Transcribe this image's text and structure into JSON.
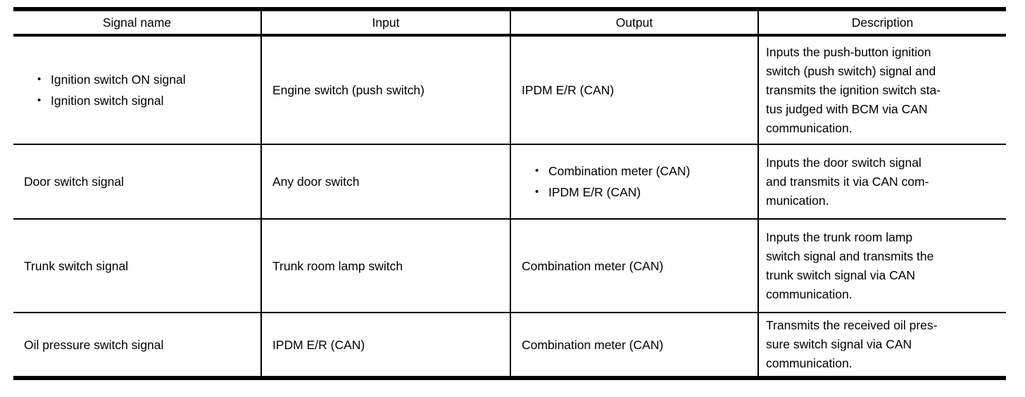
{
  "colors": {
    "text": "#000000",
    "background": "#ffffff",
    "border": "#000000"
  },
  "table": {
    "headers": [
      "Signal name",
      "Input",
      "Output",
      "Description"
    ],
    "rows": [
      {
        "signal_bullets": [
          "Ignition switch ON signal",
          "Ignition switch signal"
        ],
        "input": "Engine switch (push switch)",
        "output": "IPDM E/R (CAN)",
        "description": "Inputs the push-button ignition\nswitch (push switch) signal and\ntransmits the ignition switch sta-\ntus judged with BCM via CAN\ncommunication."
      },
      {
        "signal": "Door switch signal",
        "input": "Any door switch",
        "output_bullets": [
          "Combination meter (CAN)",
          "IPDM E/R (CAN)"
        ],
        "description": "Inputs the door switch signal\nand transmits it via CAN com-\nmunication."
      },
      {
        "signal": "Trunk switch signal",
        "input": "Trunk room lamp switch",
        "output": "Combination meter (CAN)",
        "description": "Inputs the trunk room lamp\nswitch signal and transmits the\ntrunk switch signal via CAN\ncommunication."
      },
      {
        "signal": "Oil pressure switch signal",
        "input": "IPDM E/R (CAN)",
        "output": "Combination meter (CAN)",
        "description": "Transmits the received oil pres-\nsure switch signal via CAN\ncommunication."
      }
    ]
  }
}
